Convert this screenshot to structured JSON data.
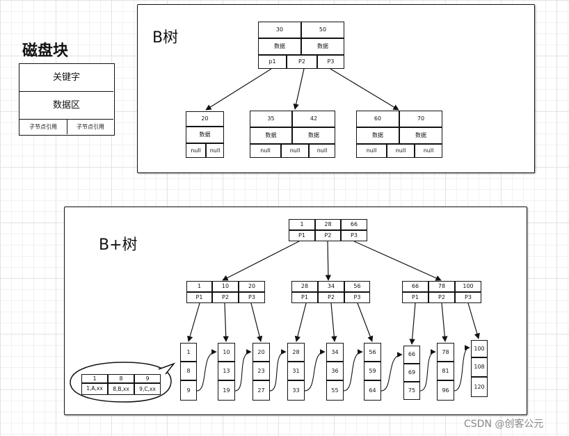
{
  "legend": {
    "title": "磁盘块",
    "key_label": "关键字",
    "data_label": "数据区",
    "child_ref_labels": [
      "子节点引用",
      "子节点引用"
    ]
  },
  "btree": {
    "title": "B树",
    "root": {
      "keys": [
        "30",
        "50"
      ],
      "data": [
        "数据",
        "数据"
      ],
      "pointers": [
        "p1",
        "P2",
        "P3"
      ]
    },
    "children": [
      {
        "keys": [
          "20"
        ],
        "data": [
          "数据"
        ],
        "pointers": [
          "null",
          "null"
        ]
      },
      {
        "keys": [
          "35",
          "42"
        ],
        "data": [
          "数据",
          "数据"
        ],
        "pointers": [
          "null",
          "null",
          "null"
        ]
      },
      {
        "keys": [
          "60",
          "70"
        ],
        "data": [
          "数据",
          "数据"
        ],
        "pointers": [
          "null",
          "null",
          "null"
        ]
      }
    ]
  },
  "bplustree": {
    "title": "B+树",
    "root": {
      "keys": [
        "1",
        "28",
        "66"
      ],
      "pointers": [
        "P1",
        "P2",
        "P3"
      ]
    },
    "internal": [
      {
        "keys": [
          "1",
          "10",
          "20"
        ],
        "pointers": [
          "P1",
          "P2",
          "P3"
        ]
      },
      {
        "keys": [
          "28",
          "34",
          "56"
        ],
        "pointers": [
          "P1",
          "P2",
          "P3"
        ]
      },
      {
        "keys": [
          "66",
          "78",
          "100"
        ],
        "pointers": [
          "P1",
          "P2",
          "P3"
        ]
      }
    ],
    "leaves": [
      [
        "1",
        "8",
        "9"
      ],
      [
        "10",
        "13",
        "19"
      ],
      [
        "20",
        "23",
        "27"
      ],
      [
        "28",
        "31",
        "33"
      ],
      [
        "34",
        "36",
        "55"
      ],
      [
        "56",
        "59",
        "64"
      ],
      [
        "66",
        "69",
        "75"
      ],
      [
        "78",
        "81",
        "96"
      ],
      [
        "100",
        "108",
        "120"
      ]
    ],
    "record_bubble": {
      "keys": [
        "1",
        "8",
        "9"
      ],
      "values": [
        "1,A,xx",
        "8,B,xx",
        "9,C,xx"
      ]
    }
  },
  "watermark": "CSDN @创客公元"
}
